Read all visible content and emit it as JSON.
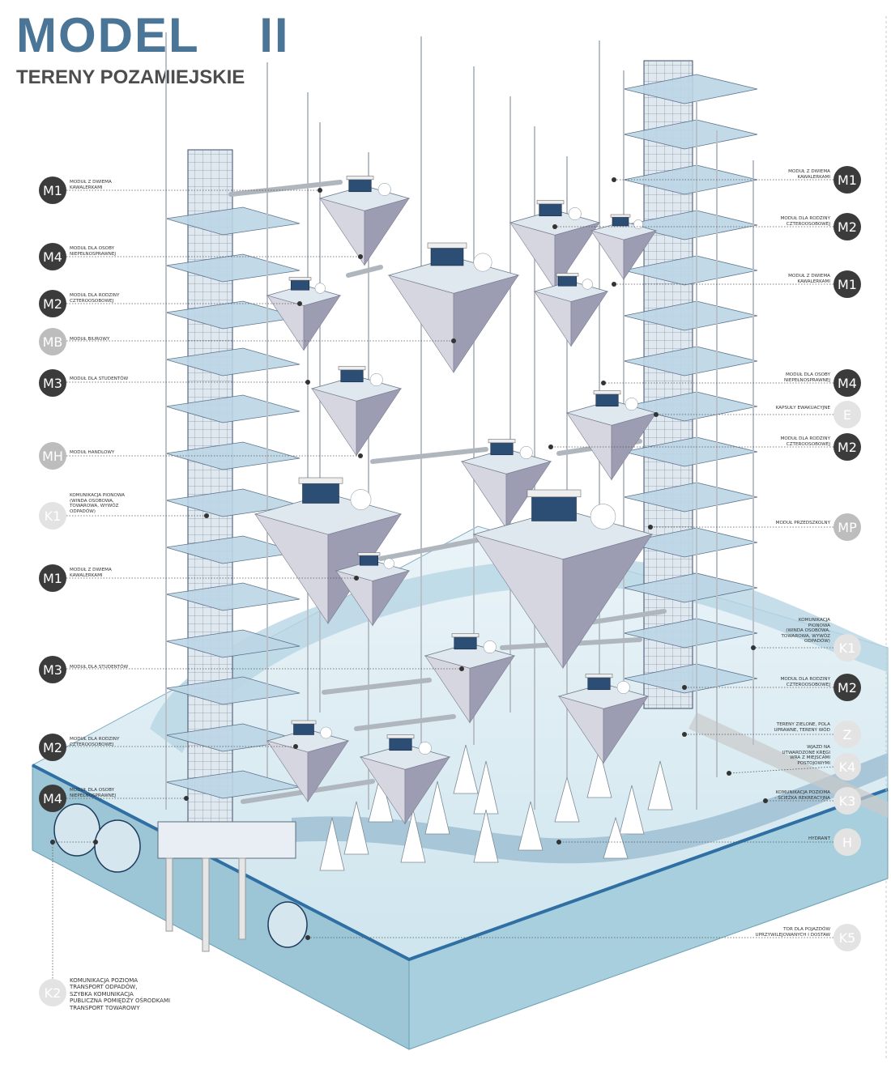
{
  "header": {
    "title": "MODEL    II",
    "subtitle": "TERENY POZAMIEJSKIE"
  },
  "colors": {
    "title": "#4a7596",
    "dark_badge": "#3b3b3b",
    "mid_badge": "#bdbdbd",
    "light_badge": "#e3e3e3",
    "ground": "#9cc6d6",
    "platform": "#d9e6ee"
  },
  "callouts_left": [
    {
      "code": "M1",
      "text": "MODUŁ Z DWIEMA\nKAWALERKAMI"
    },
    {
      "code": "M4",
      "text": "MODUŁ DLA OSOBY\nNIEPEŁNOSPRAWNEJ"
    },
    {
      "code": "M2",
      "text": "MODUŁ DLA RODZINY\nCZTEROOSOBOWEJ"
    },
    {
      "code": "MB",
      "text": "MODUŁ BIUROWY"
    },
    {
      "code": "M3",
      "text": "MODUŁ DLA STUDENTÓW"
    },
    {
      "code": "MH",
      "text": "MODUŁ HANDLOWY"
    },
    {
      "code": "K1",
      "text": "KOMUNIKACJA PIONOWA\n(WINDA OSOBOWA,\nTOWAROWA, WYWÓZ\nODPADÓW)"
    },
    {
      "code": "M1",
      "text": "MODUŁ Z DWIEMA\nKAWALERKAMI"
    },
    {
      "code": "M3",
      "text": "MODUŁ DLA STUDENTÓW"
    },
    {
      "code": "M2",
      "text": "MODUŁ DLA RODZINY\nCZTEROOSOBOWEJ"
    },
    {
      "code": "M4",
      "text": "MODUŁ DLA OSOBY\nNIEPEŁNOSPRAWNEJ"
    }
  ],
  "callouts_right": [
    {
      "code": "M1",
      "text": "MODUŁ Z DWIEMA\nKAWALERKAMI"
    },
    {
      "code": "M2",
      "text": "MODUŁ DLA RODZINY\nCZTEROOSOBOWEJ"
    },
    {
      "code": "M1",
      "text": "MODUŁ Z DWIEMA\nKAWALERKAMI"
    },
    {
      "code": "M4",
      "text": "MODUŁ DLA OSOBY\nNIEPEŁNOSPRAWNEJ"
    },
    {
      "code": "E",
      "text": "KAPSUŁY EWAKUACYJNE"
    },
    {
      "code": "M2",
      "text": "MODUŁ DLA RODZINY\nCZTEROOSOBOWEJ"
    },
    {
      "code": "MP",
      "text": "MODUŁ PRZEDSZKOLNY"
    },
    {
      "code": "K1",
      "text": "KOMUNIKACJA\nPIONOWA\n(WINDA OSOBOWA,\nTOWAROWA, WYWÓZ\nODPADÓW)"
    },
    {
      "code": "M2",
      "text": "MODUŁ DLA RODZINY\nCZTEROOSOBOWEJ"
    },
    {
      "code": "Z",
      "text": "TERENY ZIELONE, POLA\nUPRAWNE, TERENY WÓD"
    },
    {
      "code": "K4",
      "text": "WJAZD NA\nUTWARDZONE KRĘGI\nWRA Z MIEJSCAMI\nPOSTOJOWYMI"
    },
    {
      "code": "K3",
      "text": "KOMUNIKACJA POZIOMA\n- ŚCIEŻKA REKREACYJNA"
    },
    {
      "code": "H",
      "text": "HYDRANT"
    },
    {
      "code": "K5",
      "text": "TOR DLA POJAZDÓW\nUPRZYWILEJOWANYCH I DOSTAW"
    }
  ],
  "callout_bottom": {
    "code": "K2",
    "text": "KOMUNIKACJA POZIOMA\nTRANSPORT ODPADÓW,\nSZYBKA KOMUNIKACJA\nPUBLICZNA POMIĘDZY OŚRODKAMI\nTRANSPORT TOWAROWY"
  }
}
